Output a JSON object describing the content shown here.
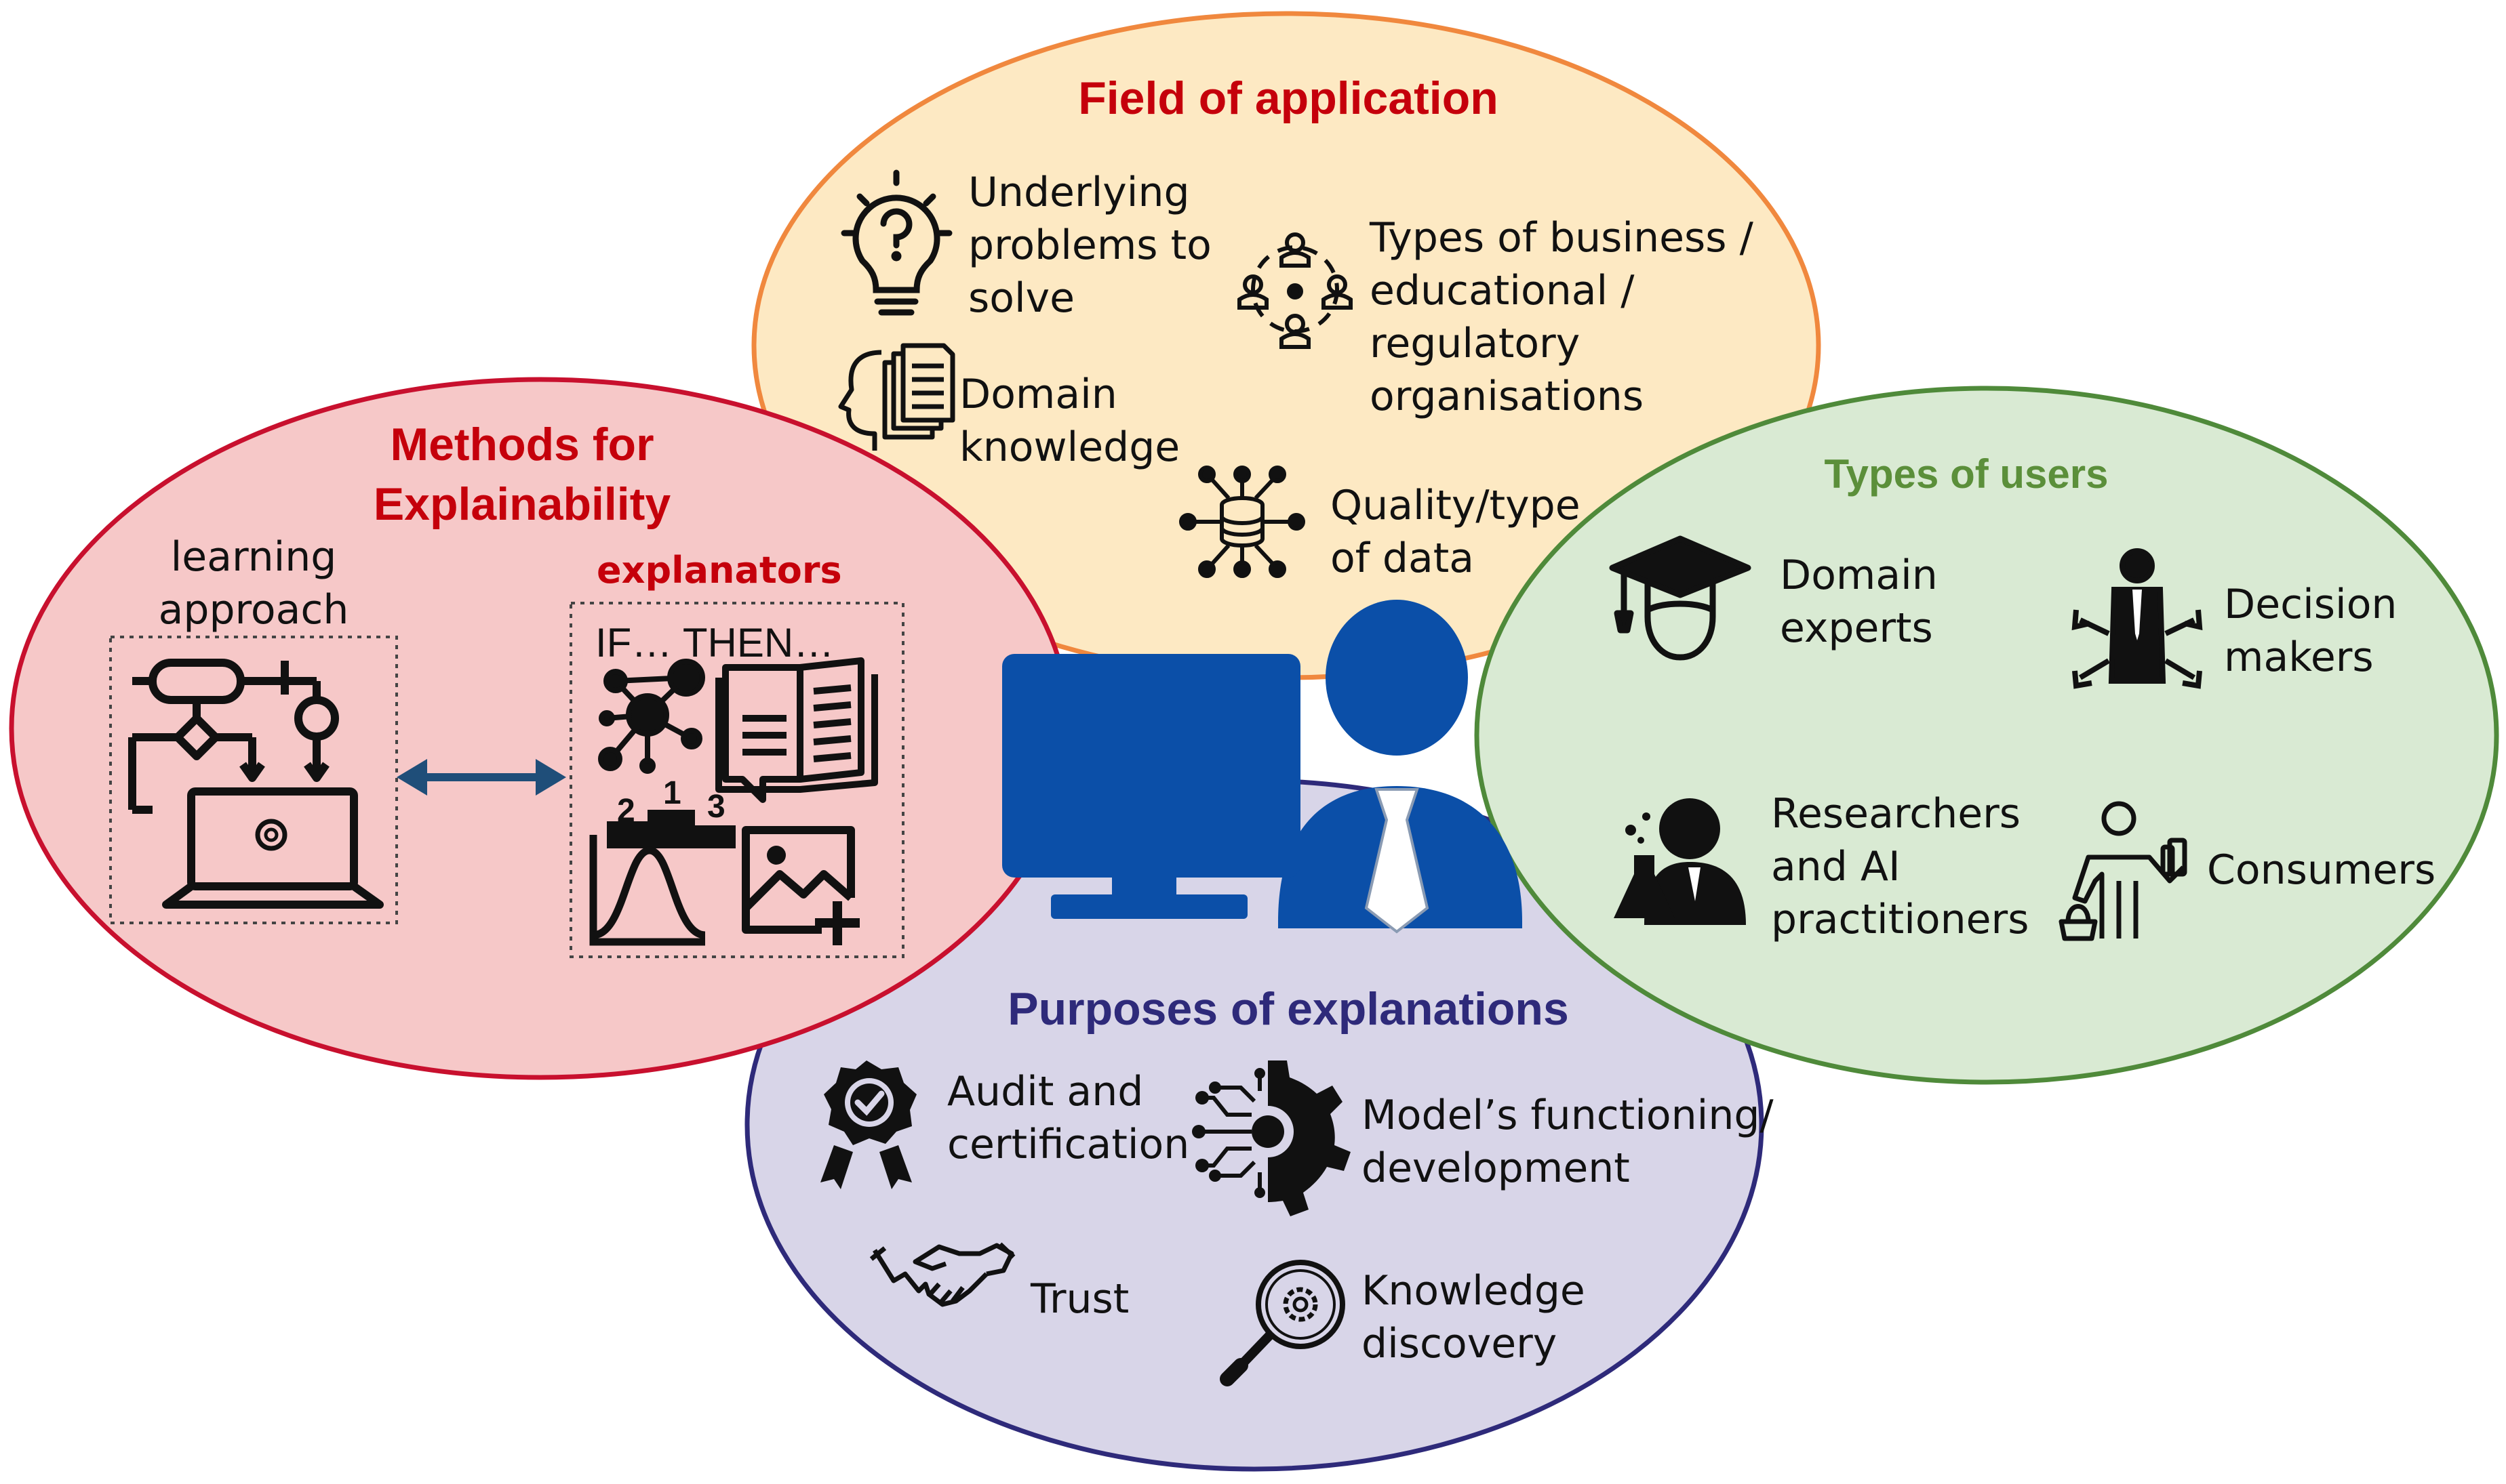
{
  "colors": {
    "field_fill": "#fde9c3",
    "field_stroke": "#f0883e",
    "field_title": "#c5000b",
    "methods_fill": "#f6c8c8",
    "methods_stroke": "#c8102e",
    "methods_title": "#c5000b",
    "users_fill": "#d9ead3",
    "users_stroke": "#4f8a3a",
    "users_title": "#5b8f3a",
    "purposes_fill": "#d8d5e8",
    "purposes_stroke": "#2e2a7a",
    "purposes_title": "#2e2a7a",
    "computer_blue": "#0b4fa8",
    "arrow": "#1f4e79",
    "icon": "#111111"
  },
  "field": {
    "title": "Field of application",
    "items": [
      {
        "icon": "lightbulb-question-icon",
        "lines": [
          "Underlying",
          "problems to",
          "solve"
        ]
      },
      {
        "icon": "organisation-network-icon",
        "lines": [
          "Types of business /",
          "educational /",
          "regulatory",
          "organisations"
        ]
      },
      {
        "icon": "head-documents-icon",
        "lines": [
          "Domain",
          "knowledge"
        ]
      },
      {
        "icon": "database-network-icon",
        "lines": [
          "Quality/type",
          "of data"
        ]
      }
    ]
  },
  "methods": {
    "title_lines": [
      "Methods for",
      "Explainability"
    ],
    "learning_label_lines": [
      "learning",
      "approach"
    ],
    "explanators_label": "explanators",
    "if_then": "IF… THEN…",
    "rank_numbers": [
      "2",
      "1",
      "3"
    ],
    "icons": [
      "flowchart-laptop-icon",
      "graph-nodes-icon",
      "book-icon",
      "podium-icon",
      "distribution-icon",
      "image-add-icon",
      "double-arrow-icon"
    ]
  },
  "users": {
    "title": "Types of users",
    "items": [
      {
        "icon": "graduate-icon",
        "lines": [
          "Domain",
          "experts"
        ]
      },
      {
        "icon": "decision-maker-icon",
        "lines": [
          "Decision",
          "makers"
        ]
      },
      {
        "icon": "researcher-flask-icon",
        "lines": [
          "Researchers",
          "and AI",
          "practitioners"
        ]
      },
      {
        "icon": "consumer-basket-icon",
        "lines": [
          "Consumers"
        ]
      }
    ]
  },
  "purposes": {
    "title": "Purposes of explanations",
    "items": [
      {
        "icon": "certification-badge-icon",
        "lines": [
          "Audit and",
          "certification"
        ]
      },
      {
        "icon": "circuit-gear-icon",
        "lines": [
          "Model’s functioning/",
          "development"
        ]
      },
      {
        "icon": "handshake-icon",
        "lines": [
          "Trust"
        ]
      },
      {
        "icon": "magnifier-gear-icon",
        "lines": [
          "Knowledge",
          "discovery"
        ]
      }
    ]
  },
  "center": {
    "icon": "user-computer-icon"
  }
}
